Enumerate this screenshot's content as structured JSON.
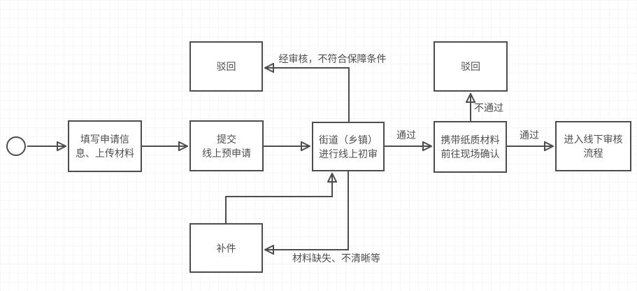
{
  "canvas": {
    "background_color": "#ffffff",
    "grid_color": "#f6f6f6",
    "stroke_color": "#4d4d4d",
    "text_color": "#4d4d4d"
  },
  "diagram": {
    "type": "flowchart",
    "start_node": {
      "id": "start",
      "shape": "circle"
    },
    "nodes": [
      {
        "id": "fill-application-info",
        "label": "填写申请信\n息、上传材料"
      },
      {
        "id": "submit-pre-application",
        "label": "提交\n线上预申请"
      },
      {
        "id": "street-online-review",
        "label": "街道（乡镇）\n进行线上初审"
      },
      {
        "id": "reject-left",
        "label": "驳回"
      },
      {
        "id": "reject-right",
        "label": "驳回"
      },
      {
        "id": "onsite-confirmation",
        "label": "携带纸质材料\n前往现场确认"
      },
      {
        "id": "offline-review-process",
        "label": "进入线下审核\n流程"
      },
      {
        "id": "supplement-materials",
        "label": "补件"
      }
    ],
    "edge_labels": [
      {
        "id": "review-fail",
        "text": "经审核，不符合保障条件"
      },
      {
        "id": "pass-1",
        "text": "通过"
      },
      {
        "id": "not-pass",
        "text": "不通过"
      },
      {
        "id": "pass-2",
        "text": "通过"
      },
      {
        "id": "materials-missing",
        "text": "材料缺失、不清晰等"
      }
    ],
    "edges": [
      {
        "from": "start",
        "to": "fill-application-info"
      },
      {
        "from": "fill-application-info",
        "to": "submit-pre-application"
      },
      {
        "from": "submit-pre-application",
        "to": "street-online-review"
      },
      {
        "from": "street-online-review",
        "to": "onsite-confirmation",
        "label": "通过"
      },
      {
        "from": "street-online-review",
        "to": "reject-left",
        "label": "经审核，不符合保障条件"
      },
      {
        "from": "street-online-review",
        "to": "supplement-materials",
        "label": "材料缺失、不清晰等"
      },
      {
        "from": "supplement-materials",
        "to": "street-online-review"
      },
      {
        "from": "onsite-confirmation",
        "to": "reject-right",
        "label": "不通过"
      },
      {
        "from": "onsite-confirmation",
        "to": "offline-review-process",
        "label": "通过"
      }
    ]
  }
}
